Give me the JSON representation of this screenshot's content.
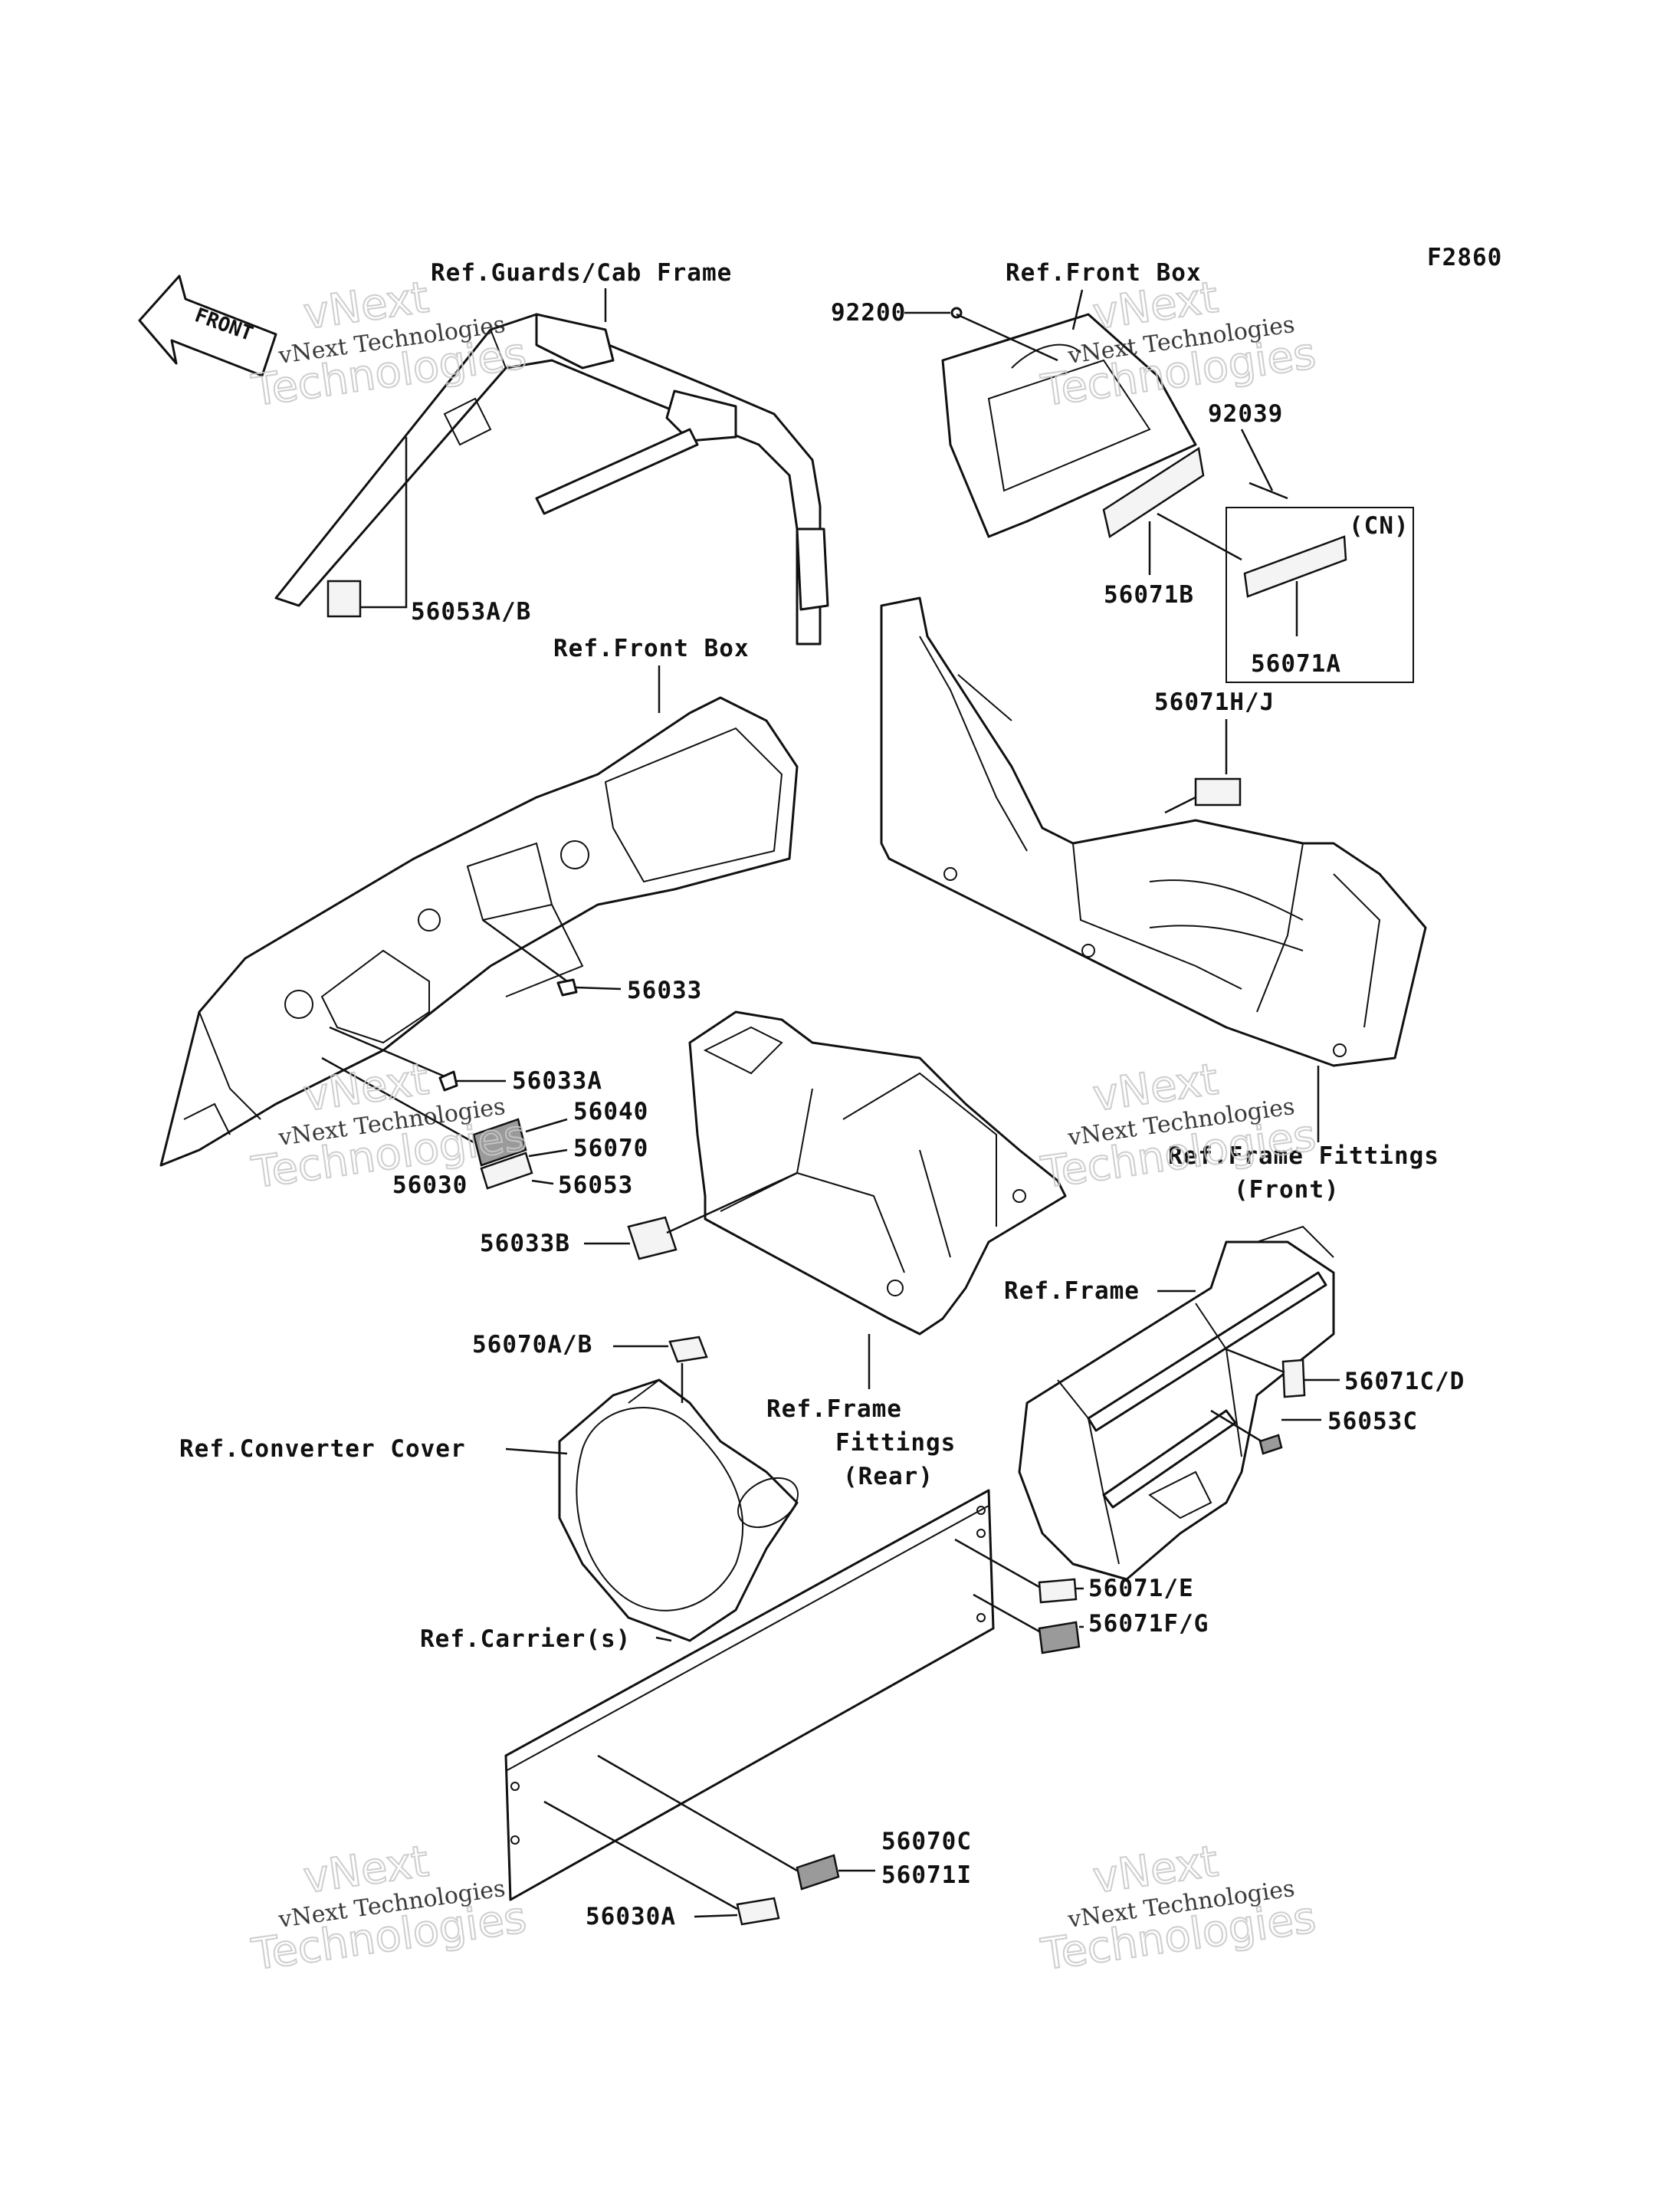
{
  "figure_code": "F2860",
  "front_arrow": "FRONT",
  "watermark": {
    "line1": "vNext Technologies",
    "line2": "Technologies",
    "line3": "vNext"
  },
  "refs": {
    "guards_cab_frame": "Ref.Guards/Cab Frame",
    "front_box_top": "Ref.Front Box",
    "front_box_mid": "Ref.Front Box",
    "frame_fittings_front_1": "Ref.Frame Fittings",
    "frame_fittings_front_2": "(Front)",
    "frame": "Ref.Frame",
    "frame_fittings_rear_1": "Ref.Frame",
    "frame_fittings_rear_2": "Fittings",
    "frame_fittings_rear_3": "(Rear)",
    "converter_cover": "Ref.Converter Cover",
    "carriers": "Ref.Carrier(s)"
  },
  "parts": {
    "p92200": "92200",
    "p92039": "92039",
    "p56071B": "56071B",
    "p56071A": "56071A",
    "cn": "(CN)",
    "p56053AB": "56053A/B",
    "p56071HJ": "56071H/J",
    "p56033": "56033",
    "p56033A": "56033A",
    "p56040": "56040",
    "p56070": "56070",
    "p56030": "56030",
    "p56053": "56053",
    "p56033B": "56033B",
    "p56070AB": "56070A/B",
    "p56071CD": "56071C/D",
    "p56053C": "56053C",
    "p56071E": "56071/E",
    "p56071FG": "56071F/G",
    "p56070C": "56070C",
    "p56071I": "56071I",
    "p56030A": "56030A"
  }
}
